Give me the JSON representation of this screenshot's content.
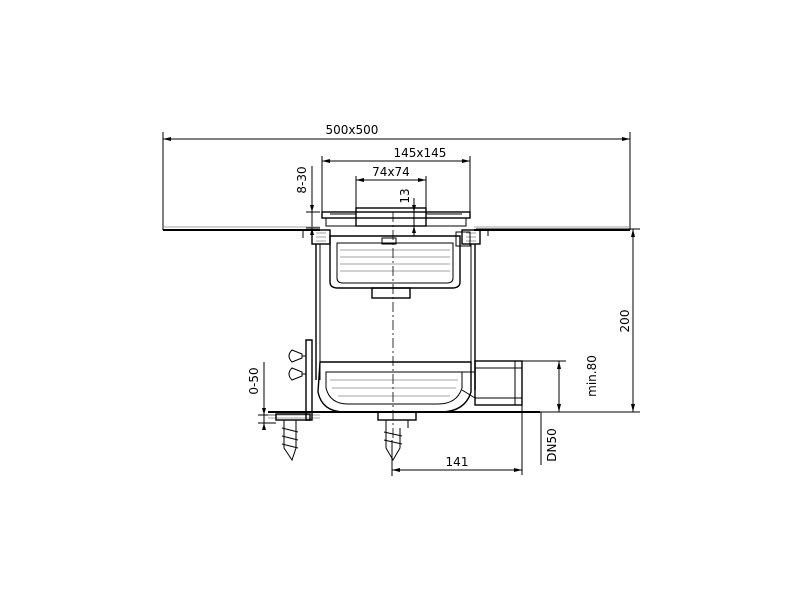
{
  "dimensions": {
    "outer_size": "500x500",
    "grate_size": "145x145",
    "inner_size": "74x74",
    "grate_depth": "13",
    "adjust_range": "8-30",
    "total_height": "200",
    "outlet_height": "min.80",
    "flange_adjust": "0-50",
    "outlet_diameter": "DN50",
    "outlet_offset": "141"
  }
}
